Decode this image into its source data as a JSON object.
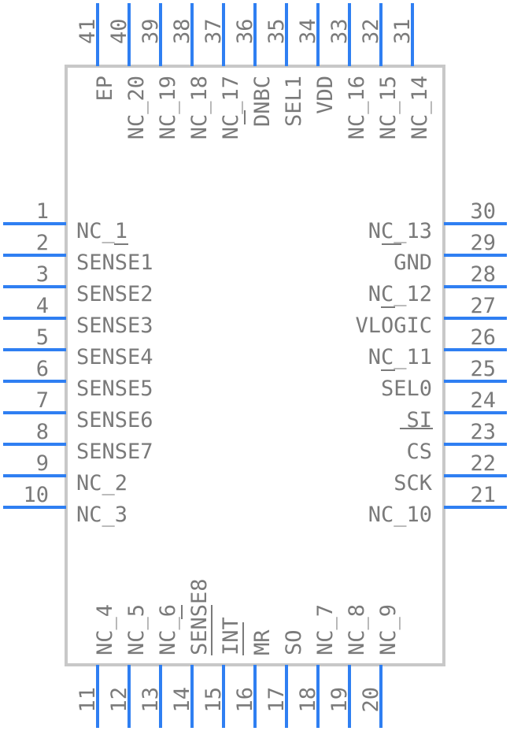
{
  "left": [
    {
      "num": "1",
      "label": "NC_1"
    },
    {
      "num": "2",
      "label": "SENSE1"
    },
    {
      "num": "3",
      "label": "SENSE2"
    },
    {
      "num": "4",
      "label": "SENSE3"
    },
    {
      "num": "5",
      "label": "SENSE4"
    },
    {
      "num": "6",
      "label": "SENSE5"
    },
    {
      "num": "7",
      "label": "SENSE6"
    },
    {
      "num": "8",
      "label": "SENSE7"
    },
    {
      "num": "9",
      "label": "NC_2"
    },
    {
      "num": "10",
      "label": "NC_3"
    }
  ],
  "right": [
    {
      "num": "30",
      "label": "NC_13"
    },
    {
      "num": "29",
      "label": "GND"
    },
    {
      "num": "28",
      "label": "NC_12"
    },
    {
      "num": "27",
      "label": "VLOGIC"
    },
    {
      "num": "26",
      "label": "NC_11"
    },
    {
      "num": "25",
      "label": "SEL0"
    },
    {
      "num": "24",
      "label": "SI"
    },
    {
      "num": "23",
      "label": "CS"
    },
    {
      "num": "22",
      "label": "SCK"
    },
    {
      "num": "21",
      "label": "NC_10"
    }
  ],
  "bottom": [
    {
      "num": "11",
      "label": "NC_4"
    },
    {
      "num": "12",
      "label": "NC_5"
    },
    {
      "num": "13",
      "label": "NC_6"
    },
    {
      "num": "14",
      "label": "SENSE8"
    },
    {
      "num": "15",
      "label": "INT"
    },
    {
      "num": "16",
      "label": "MR"
    },
    {
      "num": "17",
      "label": "SO"
    },
    {
      "num": "18",
      "label": "NC_7"
    },
    {
      "num": "19",
      "label": "NC_8"
    },
    {
      "num": "20",
      "label": "NC_9"
    }
  ],
  "top": [
    {
      "num": "41",
      "label": "EP"
    },
    {
      "num": "40",
      "label": "NC_20"
    },
    {
      "num": "39",
      "label": "NC_19"
    },
    {
      "num": "38",
      "label": "NC_18"
    },
    {
      "num": "37",
      "label": "NC_17"
    },
    {
      "num": "36",
      "label": "DNBC"
    },
    {
      "num": "35",
      "label": "SEL1"
    },
    {
      "num": "34",
      "label": "VDD"
    },
    {
      "num": "33",
      "label": "NC_16"
    },
    {
      "num": "32",
      "label": "NC_15"
    },
    {
      "num": "31",
      "label": "NC_14"
    }
  ]
}
